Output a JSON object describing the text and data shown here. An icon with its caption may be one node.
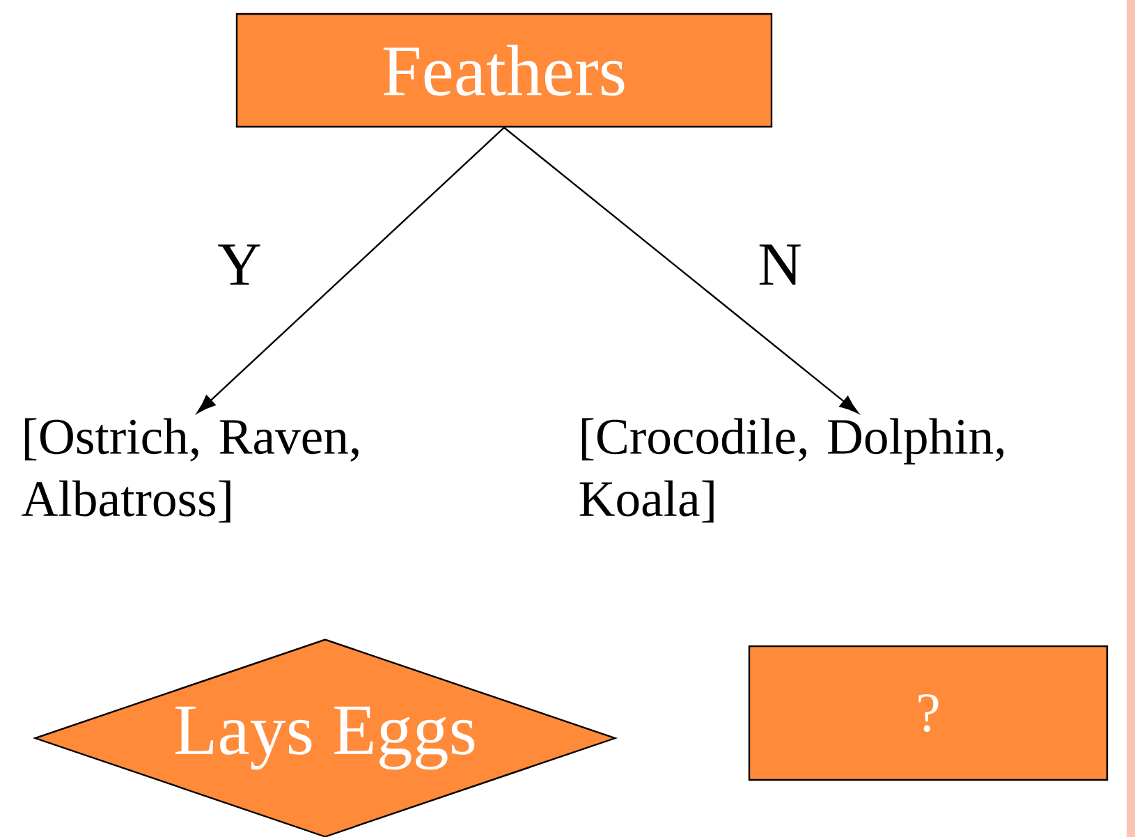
{
  "diagram": {
    "nodes": [
      {
        "text": [
          "Feathers"
        ]
      },
      {
        "text": [
          "[Ostrich, Raven, Albatross]"
        ]
      },
      {
        "text": [
          "[Crocodile, Dolphin, Koala]"
        ]
      },
      {
        "text": [
          "Lays Eggs"
        ]
      },
      {
        "text": [
          "?"
        ]
      }
    ],
    "edges": [
      {
        "from": 0,
        "to": 1,
        "arrow": "to",
        "label": "Y"
      },
      {
        "from": 0,
        "to": 2,
        "arrow": "to",
        "label": "N"
      }
    ]
  }
}
